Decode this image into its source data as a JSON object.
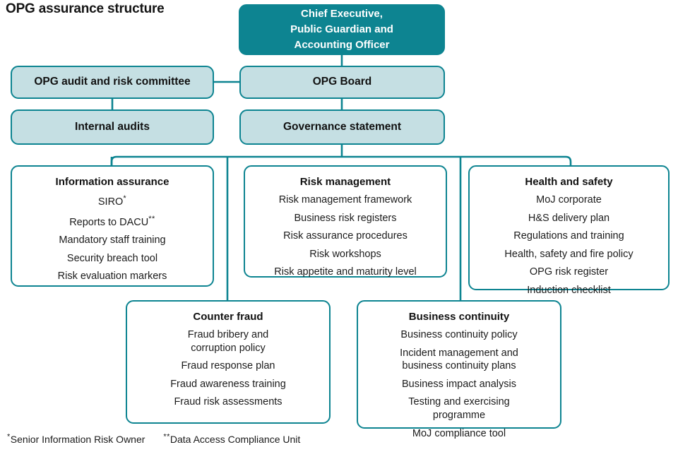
{
  "title": "OPG assurance structure",
  "colors": {
    "teal": "#0d8491",
    "light_fill": "#c5dfe3",
    "border": "#0d8491",
    "text": "#1b1b1b",
    "white": "#ffffff"
  },
  "nodes": {
    "chief_executive": {
      "label": "Chief Executive,\nPublic Guardian and\nAccounting Officer",
      "line1": "Chief Executive,",
      "line2": "Public Guardian and",
      "line3": "Accounting Officer",
      "style": "teal"
    },
    "audit_committee": {
      "label": "OPG audit and risk committee",
      "style": "filled"
    },
    "opg_board": {
      "label": "OPG Board",
      "style": "filled"
    },
    "internal_audits": {
      "label": "Internal audits",
      "style": "filled"
    },
    "governance_statement": {
      "label": "Governance statement",
      "style": "filled"
    }
  },
  "panels": [
    {
      "id": "information-assurance",
      "title": "Information assurance",
      "items": [
        {
          "text": "SIRO",
          "sup": "*"
        },
        {
          "text": "Reports to DACU",
          "sup": "**"
        },
        {
          "text": "Mandatory staff training",
          "sup": ""
        },
        {
          "text": "Security breach tool",
          "sup": ""
        },
        {
          "text": "Risk evaluation markers",
          "sup": ""
        }
      ]
    },
    {
      "id": "risk-management",
      "title": "Risk management",
      "items": [
        {
          "text": "Risk management framework",
          "sup": ""
        },
        {
          "text": "Business risk registers",
          "sup": ""
        },
        {
          "text": "Risk assurance procedures",
          "sup": ""
        },
        {
          "text": "Risk workshops",
          "sup": ""
        },
        {
          "text": "Risk appetite and maturity level",
          "sup": ""
        }
      ]
    },
    {
      "id": "health-and-safety",
      "title": "Health and safety",
      "items": [
        {
          "text": "MoJ corporate",
          "sup": ""
        },
        {
          "text": "H&S delivery plan",
          "sup": ""
        },
        {
          "text": "Regulations and training",
          "sup": ""
        },
        {
          "text": "Health, safety and fire policy",
          "sup": ""
        },
        {
          "text": "OPG risk register",
          "sup": ""
        },
        {
          "text": "Induction checklist",
          "sup": ""
        }
      ]
    },
    {
      "id": "counter-fraud",
      "title": "Counter fraud",
      "items": [
        {
          "text": "Fraud bribery and\ncorruption policy",
          "sup": ""
        },
        {
          "text": "Fraud response plan",
          "sup": ""
        },
        {
          "text": "Fraud awareness training",
          "sup": ""
        },
        {
          "text": "Fraud risk assessments",
          "sup": ""
        }
      ]
    },
    {
      "id": "business-continuity",
      "title": "Business continuity",
      "items": [
        {
          "text": "Business continuity policy",
          "sup": ""
        },
        {
          "text": "Incident management and\nbusiness continuity plans",
          "sup": ""
        },
        {
          "text": "Business impact analysis",
          "sup": ""
        },
        {
          "text": "Testing and exercising\nprogramme",
          "sup": ""
        },
        {
          "text": "MoJ compliance tool",
          "sup": ""
        }
      ]
    }
  ],
  "footnotes": [
    {
      "marker": "*",
      "text": "Senior Information Risk Owner"
    },
    {
      "marker": "**",
      "text": "Data Access Compliance Unit"
    }
  ]
}
